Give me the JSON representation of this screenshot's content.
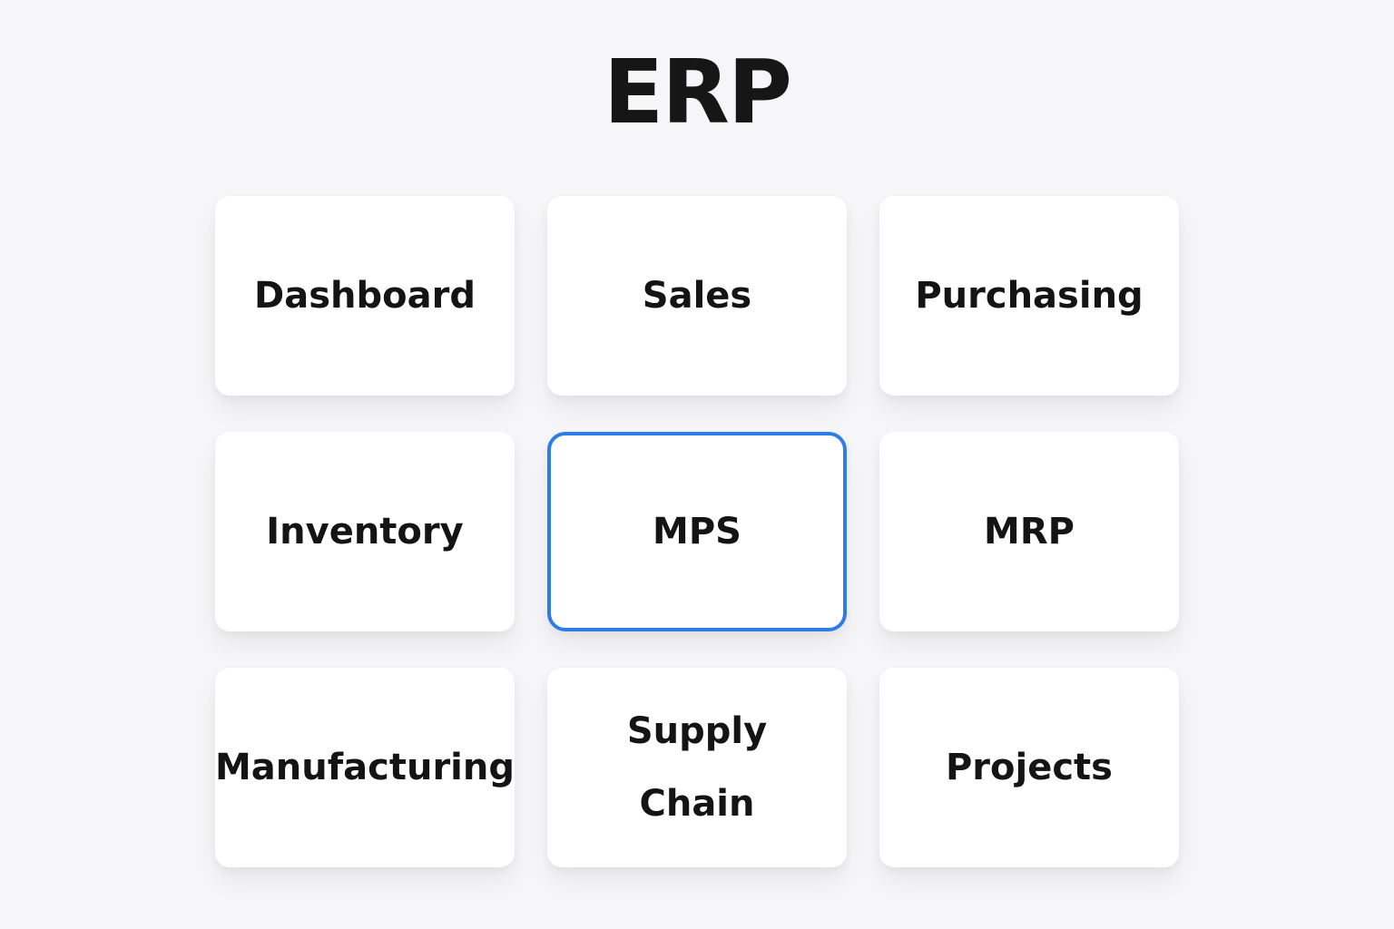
{
  "page": {
    "title": "ERP"
  },
  "colors": {
    "background": "#f6f6f8",
    "card_background": "#ffffff",
    "selected_border": "#2e7ce8",
    "text": "#141414"
  },
  "grid": {
    "cards": [
      {
        "id": "dashboard",
        "label": "Dashboard",
        "selected": false
      },
      {
        "id": "sales",
        "label": "Sales",
        "selected": false
      },
      {
        "id": "purchasing",
        "label": "Purchasing",
        "selected": false
      },
      {
        "id": "inventory",
        "label": "Inventory",
        "selected": false
      },
      {
        "id": "mps",
        "label": "MPS",
        "selected": true
      },
      {
        "id": "mrp",
        "label": "MRP",
        "selected": false
      },
      {
        "id": "manufacturing",
        "label": "Manufacturing",
        "selected": false
      },
      {
        "id": "supply-chain",
        "label": "Supply Chain",
        "selected": false
      },
      {
        "id": "projects",
        "label": "Projects",
        "selected": false
      }
    ]
  }
}
